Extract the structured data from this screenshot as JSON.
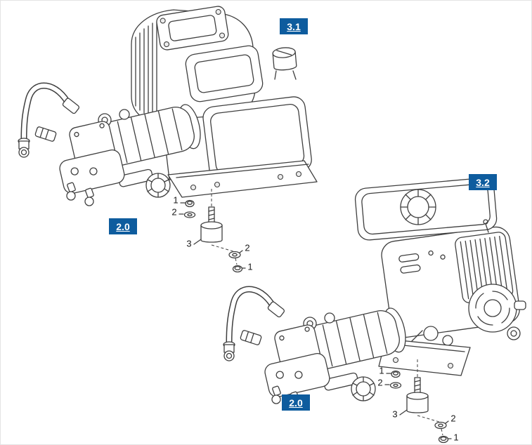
{
  "diagram": {
    "label_color": "#0e5c9e",
    "label_text_color": "#ffffff",
    "line_color": "#3f3f3f",
    "background": "#ffffff",
    "labels": [
      {
        "id": "engine-variant-1",
        "text": "3.1"
      },
      {
        "id": "pump-1",
        "text": "2.0"
      },
      {
        "id": "engine-variant-2",
        "text": "3.2"
      },
      {
        "id": "pump-2",
        "text": "2.0"
      }
    ],
    "callouts": [
      {
        "id": "a1-nut-top",
        "num": "1"
      },
      {
        "id": "a1-washer-top",
        "num": "2"
      },
      {
        "id": "a1-rubber-buffer",
        "num": "3"
      },
      {
        "id": "a1-washer-bottom",
        "num": "2"
      },
      {
        "id": "a1-nut-bottom",
        "num": "1"
      },
      {
        "id": "a2-nut-top",
        "num": "1"
      },
      {
        "id": "a2-washer-top",
        "num": "2"
      },
      {
        "id": "a2-rubber-buffer",
        "num": "3"
      },
      {
        "id": "a2-washer-bottom",
        "num": "2"
      },
      {
        "id": "a2-nut-bottom",
        "num": "1"
      }
    ]
  }
}
